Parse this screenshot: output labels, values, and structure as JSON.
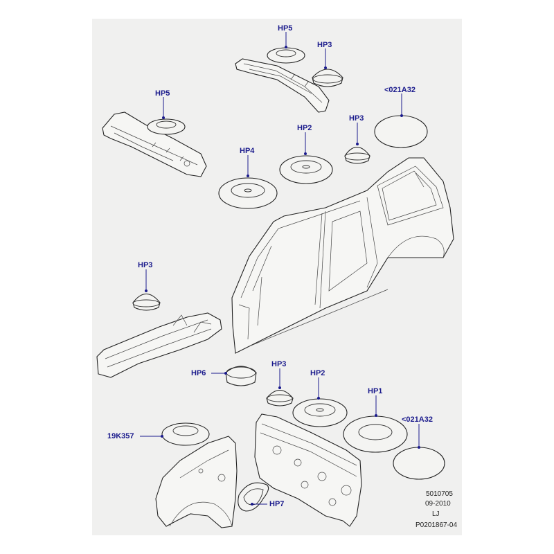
{
  "callouts": {
    "hp5_top": "HP5",
    "hp3_top": "HP3",
    "hp5_left": "HP5",
    "ref_021a32_top": "<021A32",
    "hp3_mid": "HP3",
    "hp2_mid": "HP2",
    "hp4": "HP4",
    "hp3_left": "HP3",
    "hp6": "HP6",
    "hp3_lower": "HP3",
    "hp2_lower": "HP2",
    "hp1": "HP1",
    "ref_021a32_lower": "<021A32",
    "ref_19k357": "19K357",
    "hp7": "HP7"
  },
  "footer": {
    "code": "5010705",
    "date": "09-2010",
    "initials": "LJ",
    "ref": "P0201867-04"
  },
  "colors": {
    "callout": "#1a1a8c",
    "panel": "#f0f0ef",
    "line": "#222222"
  }
}
